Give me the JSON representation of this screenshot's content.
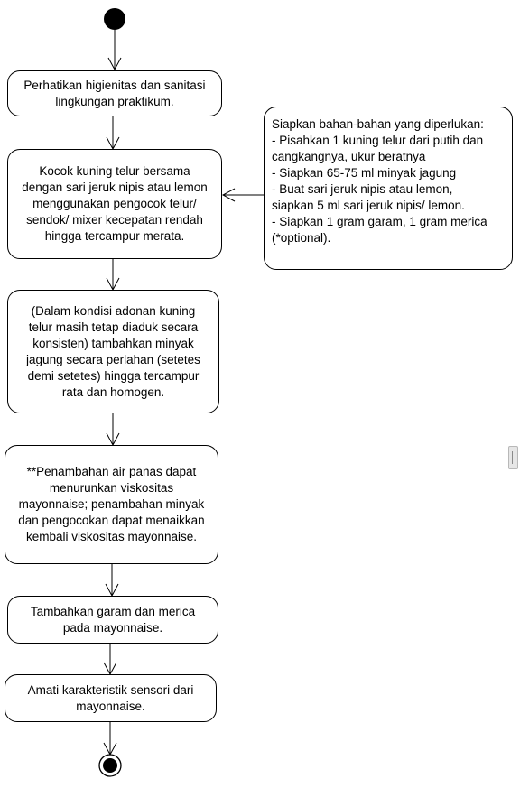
{
  "steps": [
    {
      "lines": [
        "Perhatikan higienitas dan sanitasi",
        "lingkungan praktikum."
      ]
    },
    {
      "lines": [
        "Kocok kuning telur bersama",
        "dengan sari jeruk nipis atau lemon",
        "menggunakan pengocok telur/",
        "sendok/ mixer kecepatan rendah",
        "hingga tercampur merata."
      ]
    },
    {
      "lines": [
        "(Dalam kondisi adonan kuning",
        "telur masih tetap diaduk secara",
        "konsisten) tambahkan minyak",
        "jagung secara perlahan (setetes",
        "demi setetes) hingga tercampur",
        "rata dan homogen."
      ]
    },
    {
      "lines": [
        "**Penambahan air panas dapat",
        "menurunkan viskositas",
        "mayonnaise; penambahan minyak",
        "dan pengocokan dapat menaikkan",
        "kembali viskositas mayonnaise."
      ]
    },
    {
      "lines": [
        "Tambahkan garam dan merica",
        "pada mayonnaise."
      ]
    },
    {
      "lines": [
        "Amati karakteristik sensori dari",
        "mayonnaise."
      ]
    }
  ],
  "preparation": {
    "lines": [
      "Siapkan bahan-bahan yang diperlukan:",
      "- Pisahkan 1 kuning telur dari putih dan",
      "cangkangnya, ukur beratnya",
      "- Siapkan 65-75 ml minyak jagung",
      "- Buat sari jeruk nipis atau lemon,",
      "siapkan 5 ml sari jeruk nipis/ lemon.",
      "- Siapkan 1 gram garam, 1 gram merica",
      "(*optional)."
    ]
  }
}
